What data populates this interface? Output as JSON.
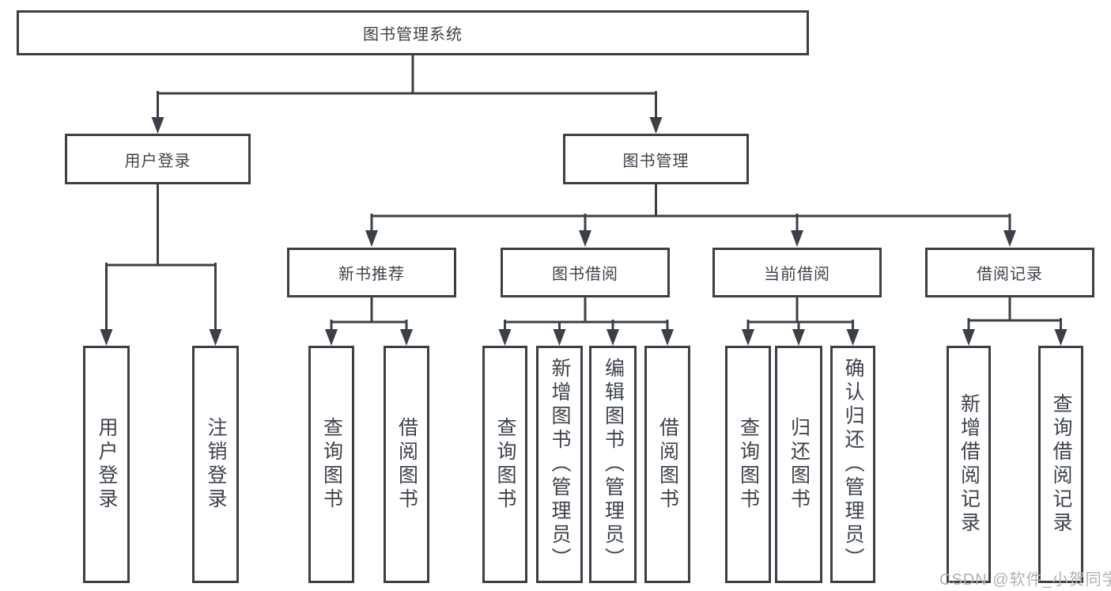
{
  "tree": {
    "root": {
      "label": "图书管理系统",
      "children": [
        {
          "label": "用户登录",
          "children": [
            {
              "label": "用户登录"
            },
            {
              "label": "注销登录"
            }
          ]
        },
        {
          "label": "图书管理",
          "children": [
            {
              "label": "新书推荐",
              "children": [
                {
                  "label": "查询图书"
                },
                {
                  "label": "借阅图书"
                }
              ]
            },
            {
              "label": "图书借阅",
              "children": [
                {
                  "label": "查询图书"
                },
                {
                  "label": "新增图书（管理员）"
                },
                {
                  "label": "编辑图书（管理员）"
                },
                {
                  "label": "借阅图书"
                }
              ]
            },
            {
              "label": "当前借阅",
              "children": [
                {
                  "label": "查询图书"
                },
                {
                  "label": "归还图书"
                },
                {
                  "label": "确认归还（管理员）"
                }
              ]
            },
            {
              "label": "借阅记录",
              "children": [
                {
                  "label": "新增借阅记录"
                },
                {
                  "label": "查询借阅记录"
                }
              ]
            }
          ]
        }
      ]
    }
  },
  "watermark": {
    "text": "CSDN @软件_小贺同学",
    "color": "#b3b1b1"
  },
  "colors": {
    "line": "#3b4046",
    "box_border": "#3b4046",
    "box_fill": "#ffffff",
    "text": "#3d434c",
    "background": "#ffffff"
  }
}
